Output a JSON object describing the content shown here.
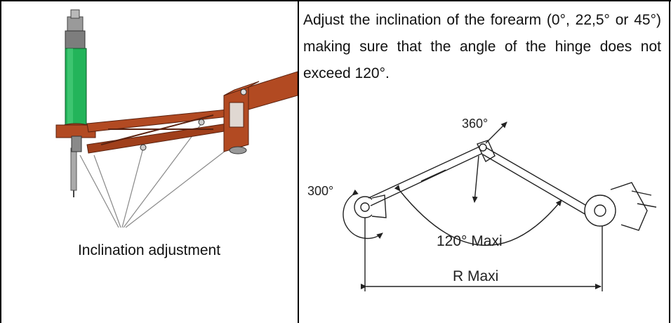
{
  "table": {
    "left_cell": {
      "caption": "Inclination adjustment"
    },
    "right_cell": {
      "instruction": "Adjust the inclination of the forearm (0°, 22,5° or 45°) making sure that the angle of the hinge does not exceed 120°.",
      "diagram_labels": {
        "angle_360": "360°",
        "angle_300": "300°",
        "angle_120": "120° Maxi",
        "radius": "R Maxi"
      }
    }
  },
  "colors": {
    "column_green": "#23b45a",
    "arm_rust": "#b24a22",
    "border": "#000000"
  }
}
